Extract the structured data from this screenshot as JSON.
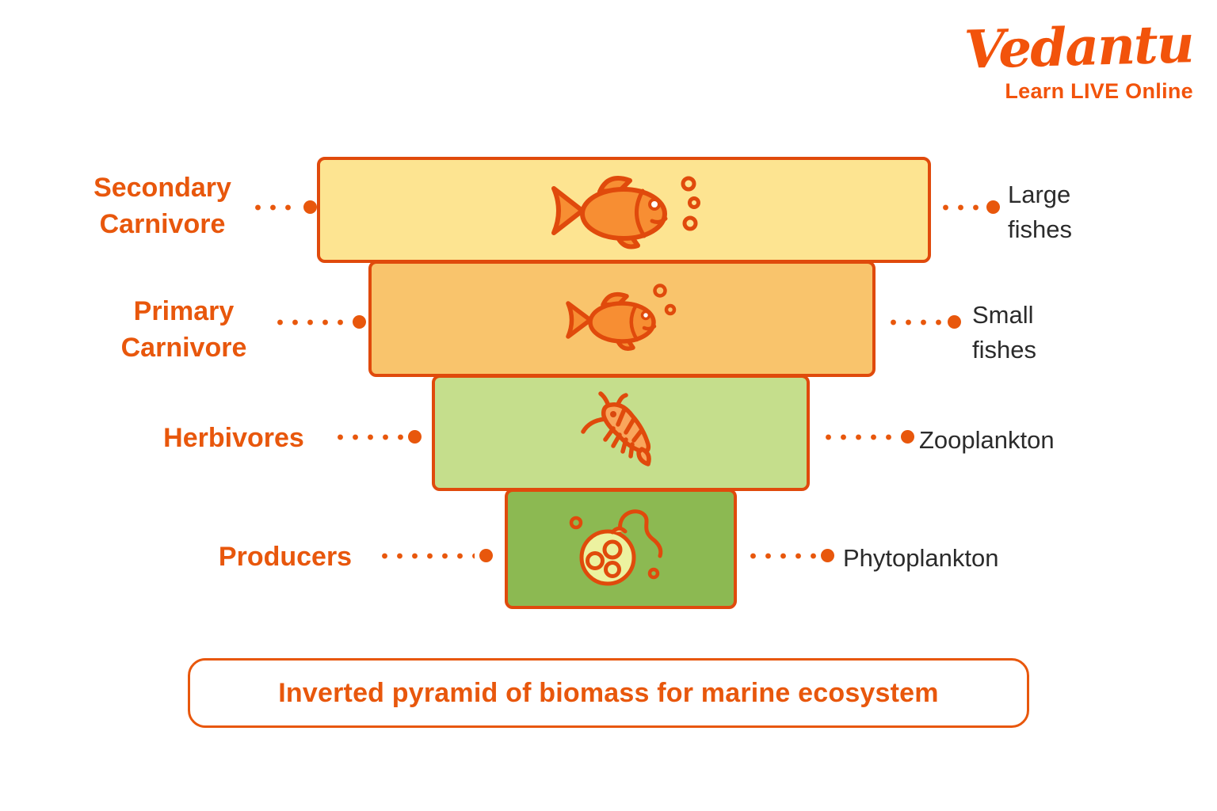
{
  "logo": {
    "brand": "Vedantu",
    "tagline": "Learn LIVE Online"
  },
  "pyramid": {
    "type": "inverted-biomass-pyramid",
    "levels": [
      {
        "trophic_label": "Secondary Carnivore",
        "organism_label": "Large fishes",
        "icon": "large-fish-icon",
        "fill_color": "#FDE491"
      },
      {
        "trophic_label": "Primary Carnivore",
        "organism_label": "Small fishes",
        "icon": "small-fish-icon",
        "fill_color": "#F9C46C"
      },
      {
        "trophic_label": "Herbivores",
        "organism_label": "Zooplankton",
        "icon": "zooplankton-icon",
        "fill_color": "#C5DE8C"
      },
      {
        "trophic_label": "Producers",
        "organism_label": "Phytoplankton",
        "icon": "phytoplankton-icon",
        "fill_color": "#8CB952"
      }
    ]
  },
  "caption": {
    "text": "Inverted pyramid of biomass for marine ecosystem"
  },
  "colors": {
    "accent_orange": "#E8570C",
    "outline_orange": "#E04A0C",
    "icon_fill_orange": "#F78E33",
    "label_dark": "#2B2B2B",
    "background": "#FFFFFF"
  }
}
